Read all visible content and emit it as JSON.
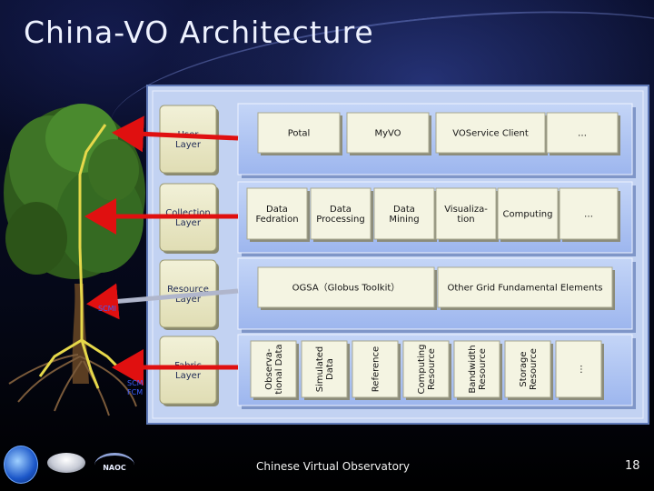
{
  "slide": {
    "title": "China-VO Architecture",
    "footer": "Chinese Virtual Observatory",
    "page_number": "18",
    "logo_text": "NAOC"
  },
  "layers": [
    {
      "label_lines": [
        "User",
        "Layer"
      ],
      "boxes": [
        {
          "lines": [
            "Potal"
          ]
        },
        {
          "lines": [
            "MyVO"
          ]
        },
        {
          "lines": [
            "VOService Client"
          ]
        },
        {
          "lines": [
            "…"
          ]
        }
      ]
    },
    {
      "label_lines": [
        "Collection",
        "Layer"
      ],
      "boxes": [
        {
          "lines": [
            "Data",
            "Fedration"
          ]
        },
        {
          "lines": [
            "Data",
            "Processing"
          ]
        },
        {
          "lines": [
            "Data",
            "Mining"
          ]
        },
        {
          "lines": [
            "Visualiza-",
            "tion"
          ]
        },
        {
          "lines": [
            "Computing"
          ]
        },
        {
          "lines": [
            "…"
          ]
        }
      ]
    },
    {
      "label_lines": [
        "Resource",
        "Layer"
      ],
      "boxes": [
        {
          "lines": [
            "OGSA（Globus Toolkit）"
          ]
        },
        {
          "lines": [
            "Other Grid Fundamental Elements"
          ]
        }
      ]
    },
    {
      "label_lines": [
        "Fabric",
        "Layer"
      ],
      "boxes": [
        {
          "lines": [
            "Observa-",
            "tional Data"
          ]
        },
        {
          "lines": [
            "Simulated",
            "Data"
          ]
        },
        {
          "lines": [
            "Reference"
          ]
        },
        {
          "lines": [
            "Computing",
            "Resource"
          ]
        },
        {
          "lines": [
            "Bandwidth",
            "Resource"
          ]
        },
        {
          "lines": [
            "Storage",
            "Resource"
          ]
        },
        {
          "lines": [
            "…"
          ]
        }
      ]
    }
  ],
  "side_texts": [
    "SCMI",
    "SCM",
    "FCM"
  ],
  "colors": {
    "panel": "#c2d2f2",
    "row": "#a9c0f0",
    "box": "#f4f4e2",
    "arrow": "#e01010",
    "tree_trunk": "#e6d84a"
  },
  "icons": {
    "logos": [
      "china-vo-logo",
      "ufo-logo",
      "naoc-logo"
    ]
  }
}
